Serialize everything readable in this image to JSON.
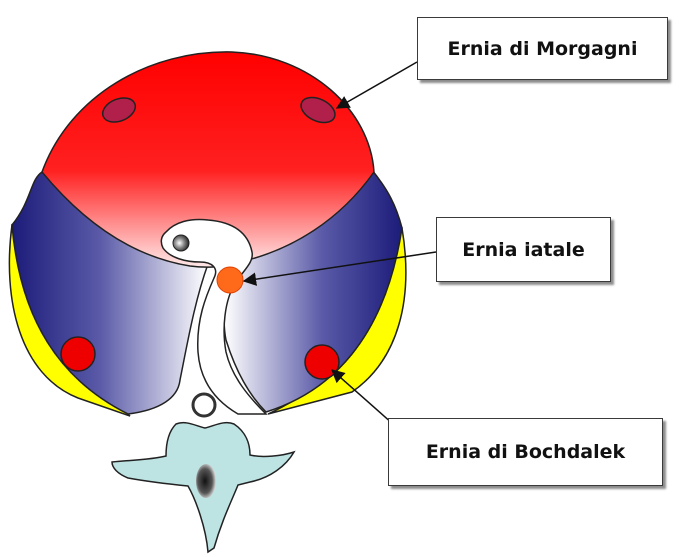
{
  "labels": {
    "morgagni": "Ernia di Morgagni",
    "iatale": "Ernia iatale",
    "bochdalek": "Ernia di Bochdalek"
  },
  "colors": {
    "diaphragm_dome": "#ff1a1a",
    "diaphragm_side": "#1c1c7a",
    "costal_rim": "#ffff00",
    "hiatal_marker": "#ff6a1a",
    "bochdalek_marker": "#ee0000",
    "morgagni_marker": "#b0204a",
    "vertebra": "#bde3e3",
    "outline": "#222222"
  }
}
